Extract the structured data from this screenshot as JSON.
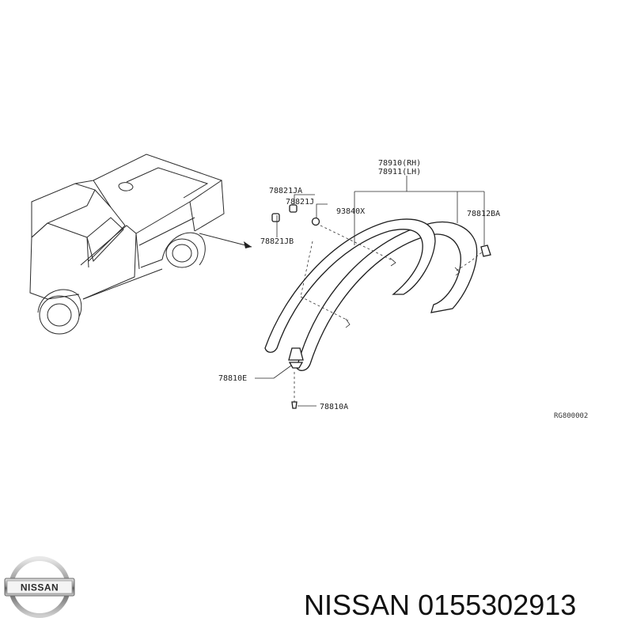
{
  "diagram": {
    "callouts": {
      "rh": "78910(RH)",
      "lh": "78911(LH)",
      "ja": "78821JA",
      "j": "78821J",
      "jb": "78821JB",
      "x": "93840X",
      "ba": "78812BA",
      "e": "78810E",
      "a": "78810A"
    },
    "reference_code": "RG800002"
  },
  "footer": {
    "brand": "NISSAN",
    "part_number": "0155302913",
    "logo_text": "NISSAN"
  }
}
